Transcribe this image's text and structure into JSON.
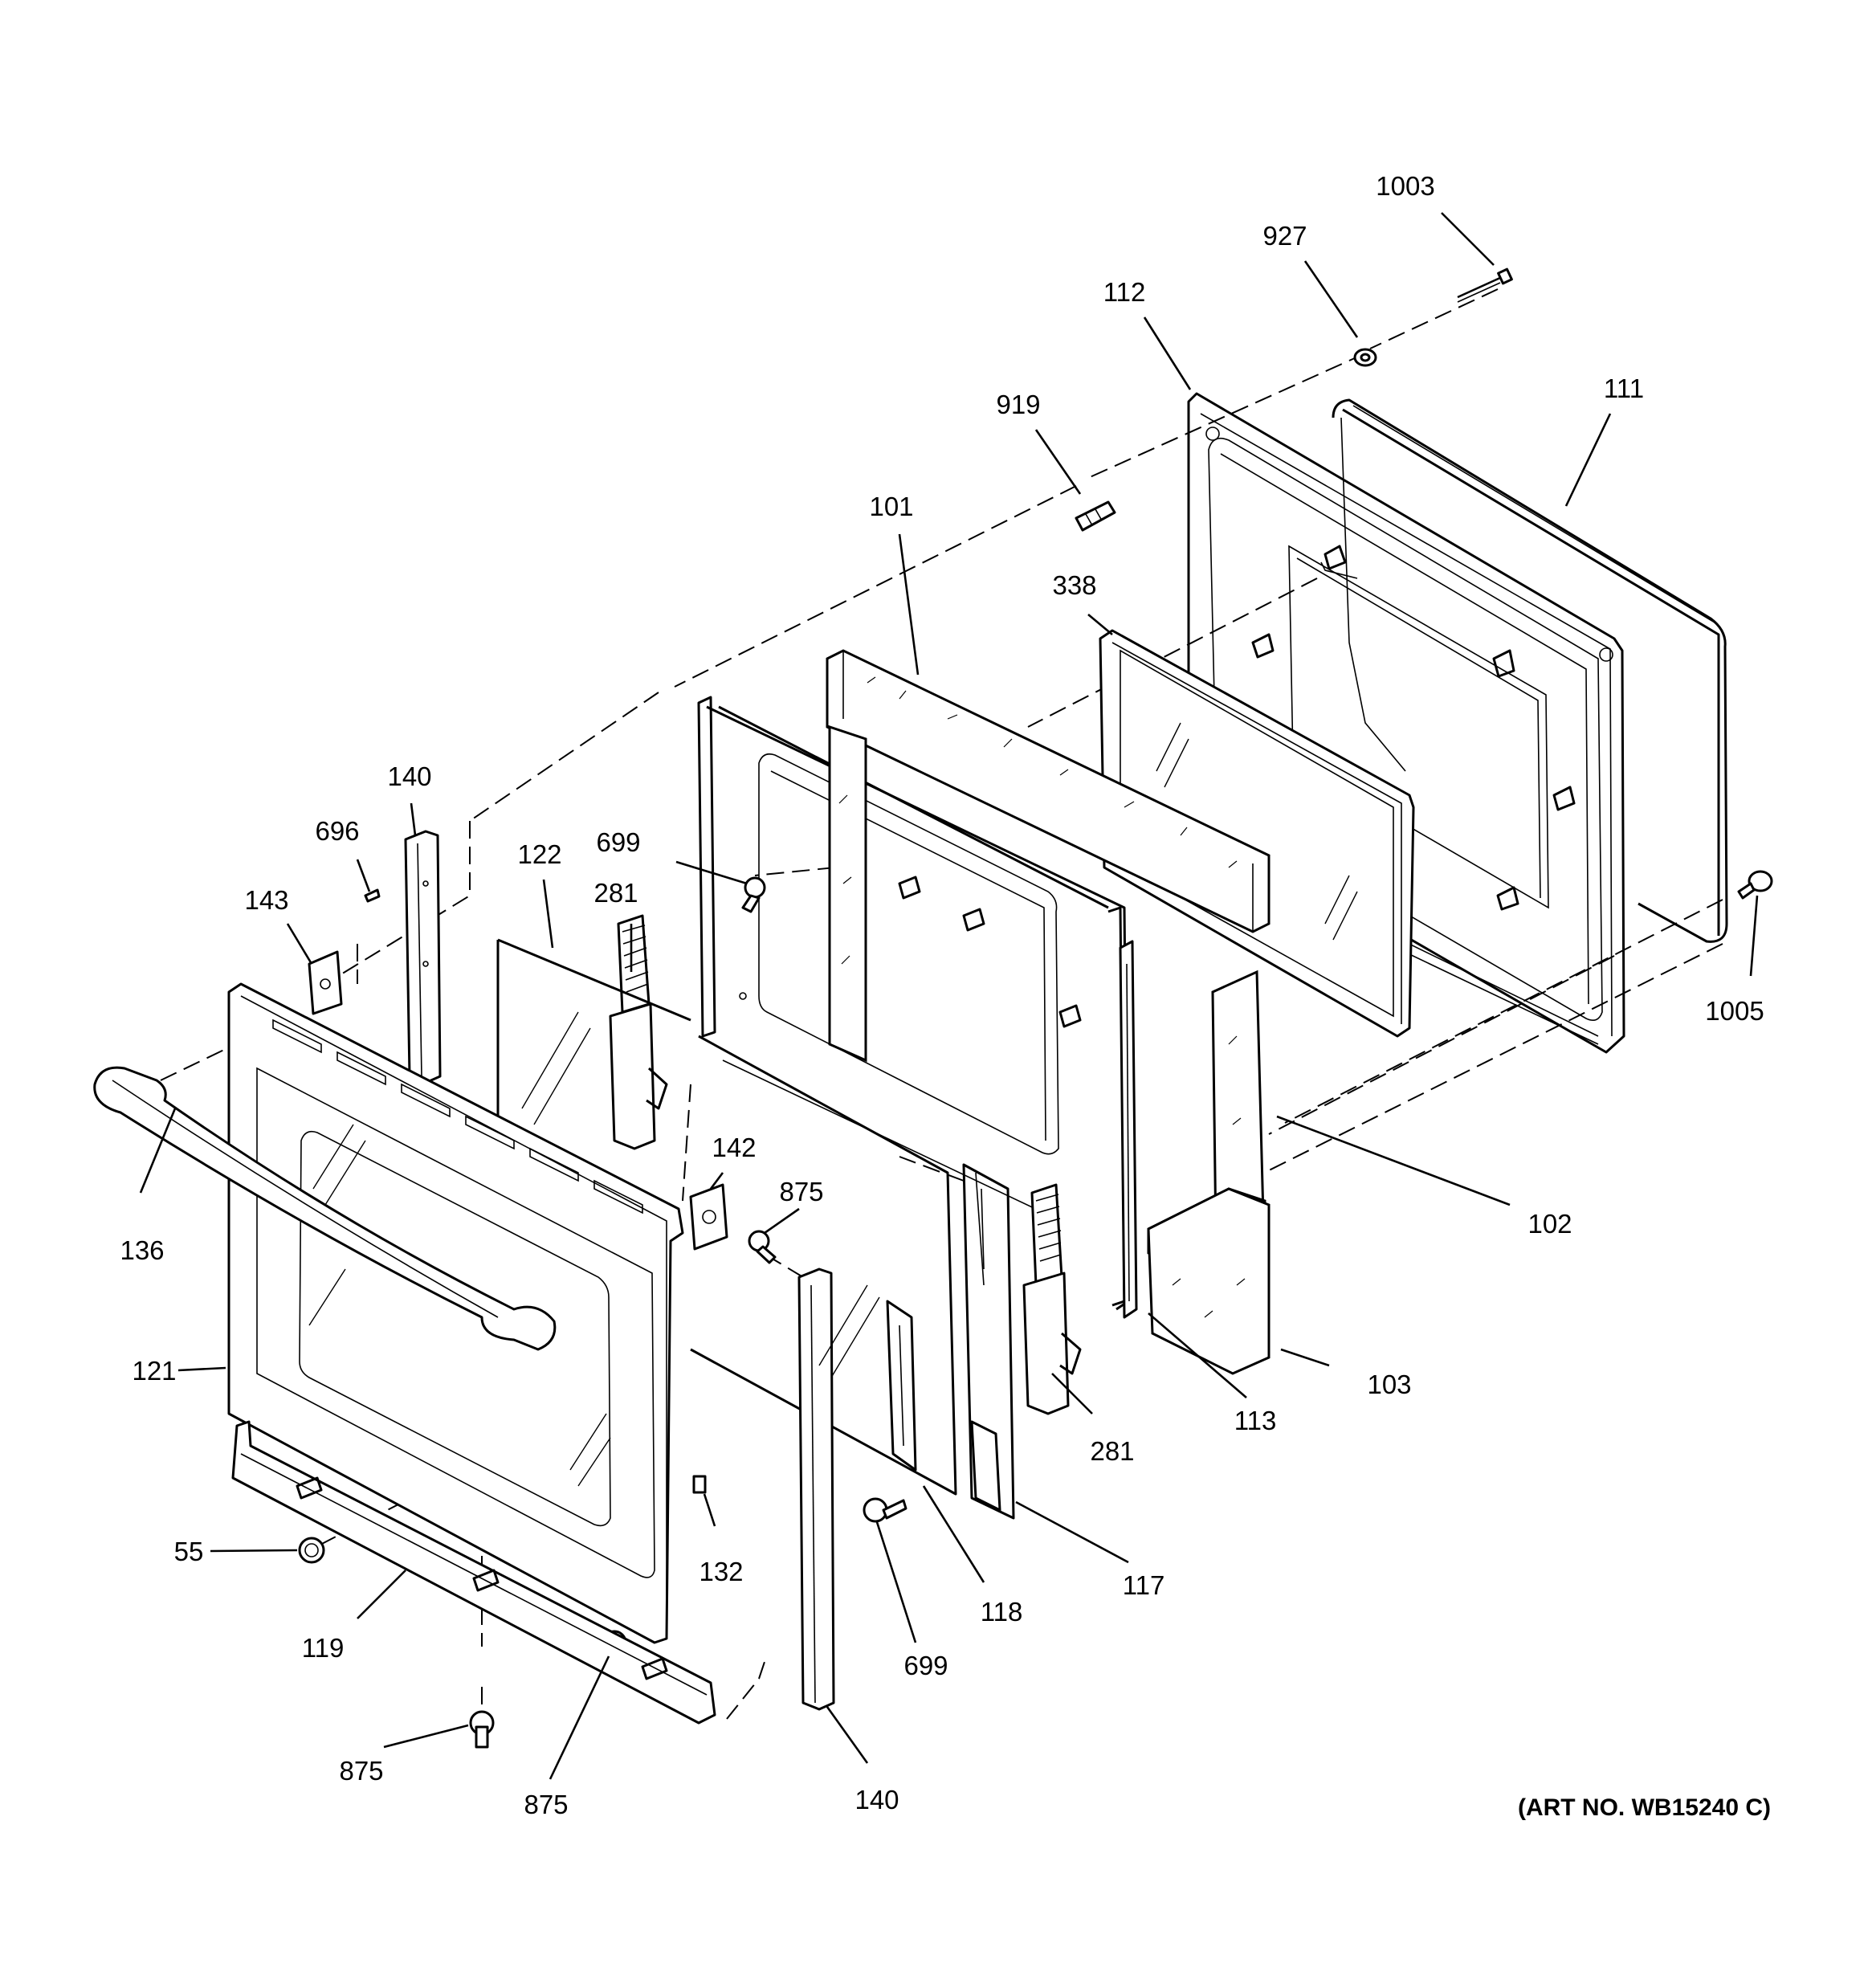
{
  "diagram": {
    "art_number": "(ART NO. WB15240 C)",
    "callouts": [
      {
        "id": "c1003",
        "label": "1003"
      },
      {
        "id": "c927",
        "label": "927"
      },
      {
        "id": "c112",
        "label": "112"
      },
      {
        "id": "c111",
        "label": "111"
      },
      {
        "id": "c919",
        "label": "919"
      },
      {
        "id": "c101",
        "label": "101"
      },
      {
        "id": "c338",
        "label": "338"
      },
      {
        "id": "c140a",
        "label": "140"
      },
      {
        "id": "c696",
        "label": "696"
      },
      {
        "id": "c699a",
        "label": "699"
      },
      {
        "id": "c143",
        "label": "143"
      },
      {
        "id": "c122",
        "label": "122"
      },
      {
        "id": "c281a",
        "label": "281"
      },
      {
        "id": "c1005",
        "label": "1005"
      },
      {
        "id": "c136",
        "label": "136"
      },
      {
        "id": "c142",
        "label": "142"
      },
      {
        "id": "c875a",
        "label": "875"
      },
      {
        "id": "c102",
        "label": "102"
      },
      {
        "id": "c121",
        "label": "121"
      },
      {
        "id": "c103",
        "label": "103"
      },
      {
        "id": "c113",
        "label": "113"
      },
      {
        "id": "c281b",
        "label": "281"
      },
      {
        "id": "c55",
        "label": "55"
      },
      {
        "id": "c132",
        "label": "132"
      },
      {
        "id": "c117",
        "label": "117"
      },
      {
        "id": "c118",
        "label": "118"
      },
      {
        "id": "c119",
        "label": "119"
      },
      {
        "id": "c699b",
        "label": "699"
      },
      {
        "id": "c875b",
        "label": "875"
      },
      {
        "id": "c875c",
        "label": "875"
      },
      {
        "id": "c140b",
        "label": "140"
      }
    ]
  }
}
